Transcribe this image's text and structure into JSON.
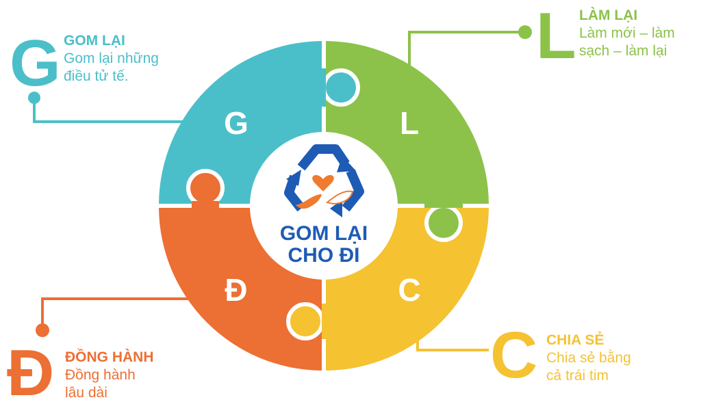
{
  "colors": {
    "teal": "#4bbfc9",
    "green": "#8cc24a",
    "yellow": "#f5c232",
    "orange": "#ec6f33",
    "blue": "#1d5bb5",
    "heart": "#f07a2e"
  },
  "center": {
    "line1": "GOM LẠI",
    "line2": "CHO ĐI",
    "icon": "recycle-hands-heart-icon"
  },
  "quadrants": {
    "tl": "G",
    "tr": "L",
    "br": "C",
    "bl": "Đ"
  },
  "items": [
    {
      "letter": "G",
      "title": "GOM LẠI",
      "desc1": "Gom lại những",
      "desc2": "điều tử tế."
    },
    {
      "letter": "L",
      "title": "LÀM LẠI",
      "desc1": "Làm mới – làm",
      "desc2": "sạch – làm lại"
    },
    {
      "letter": "C",
      "title": "CHIA SẺ",
      "desc1": "Chia sẻ bằng",
      "desc2": "cả trái tim"
    },
    {
      "letter": "Đ",
      "title": "ĐỒNG HÀNH",
      "desc1": "Đồng hành",
      "desc2": "lâu dài"
    }
  ]
}
